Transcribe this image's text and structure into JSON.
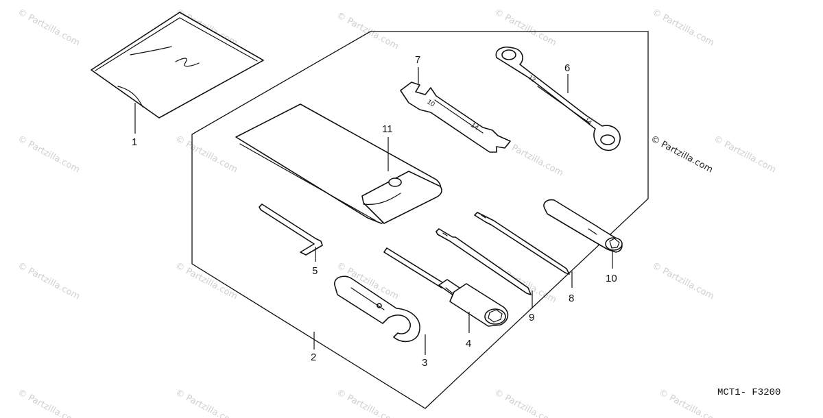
{
  "diagram": {
    "callouts": [
      "1",
      "2",
      "3",
      "4",
      "5",
      "6",
      "7",
      "8",
      "9",
      "10",
      "11"
    ],
    "wrench_markings": {
      "six_a": "12",
      "six_b": "14",
      "seven_a": "10",
      "seven_b": "14"
    },
    "figure_code": "MCT1- F3200",
    "credit": "© Partzilla.com",
    "watermark": "© Partzilla.com"
  }
}
